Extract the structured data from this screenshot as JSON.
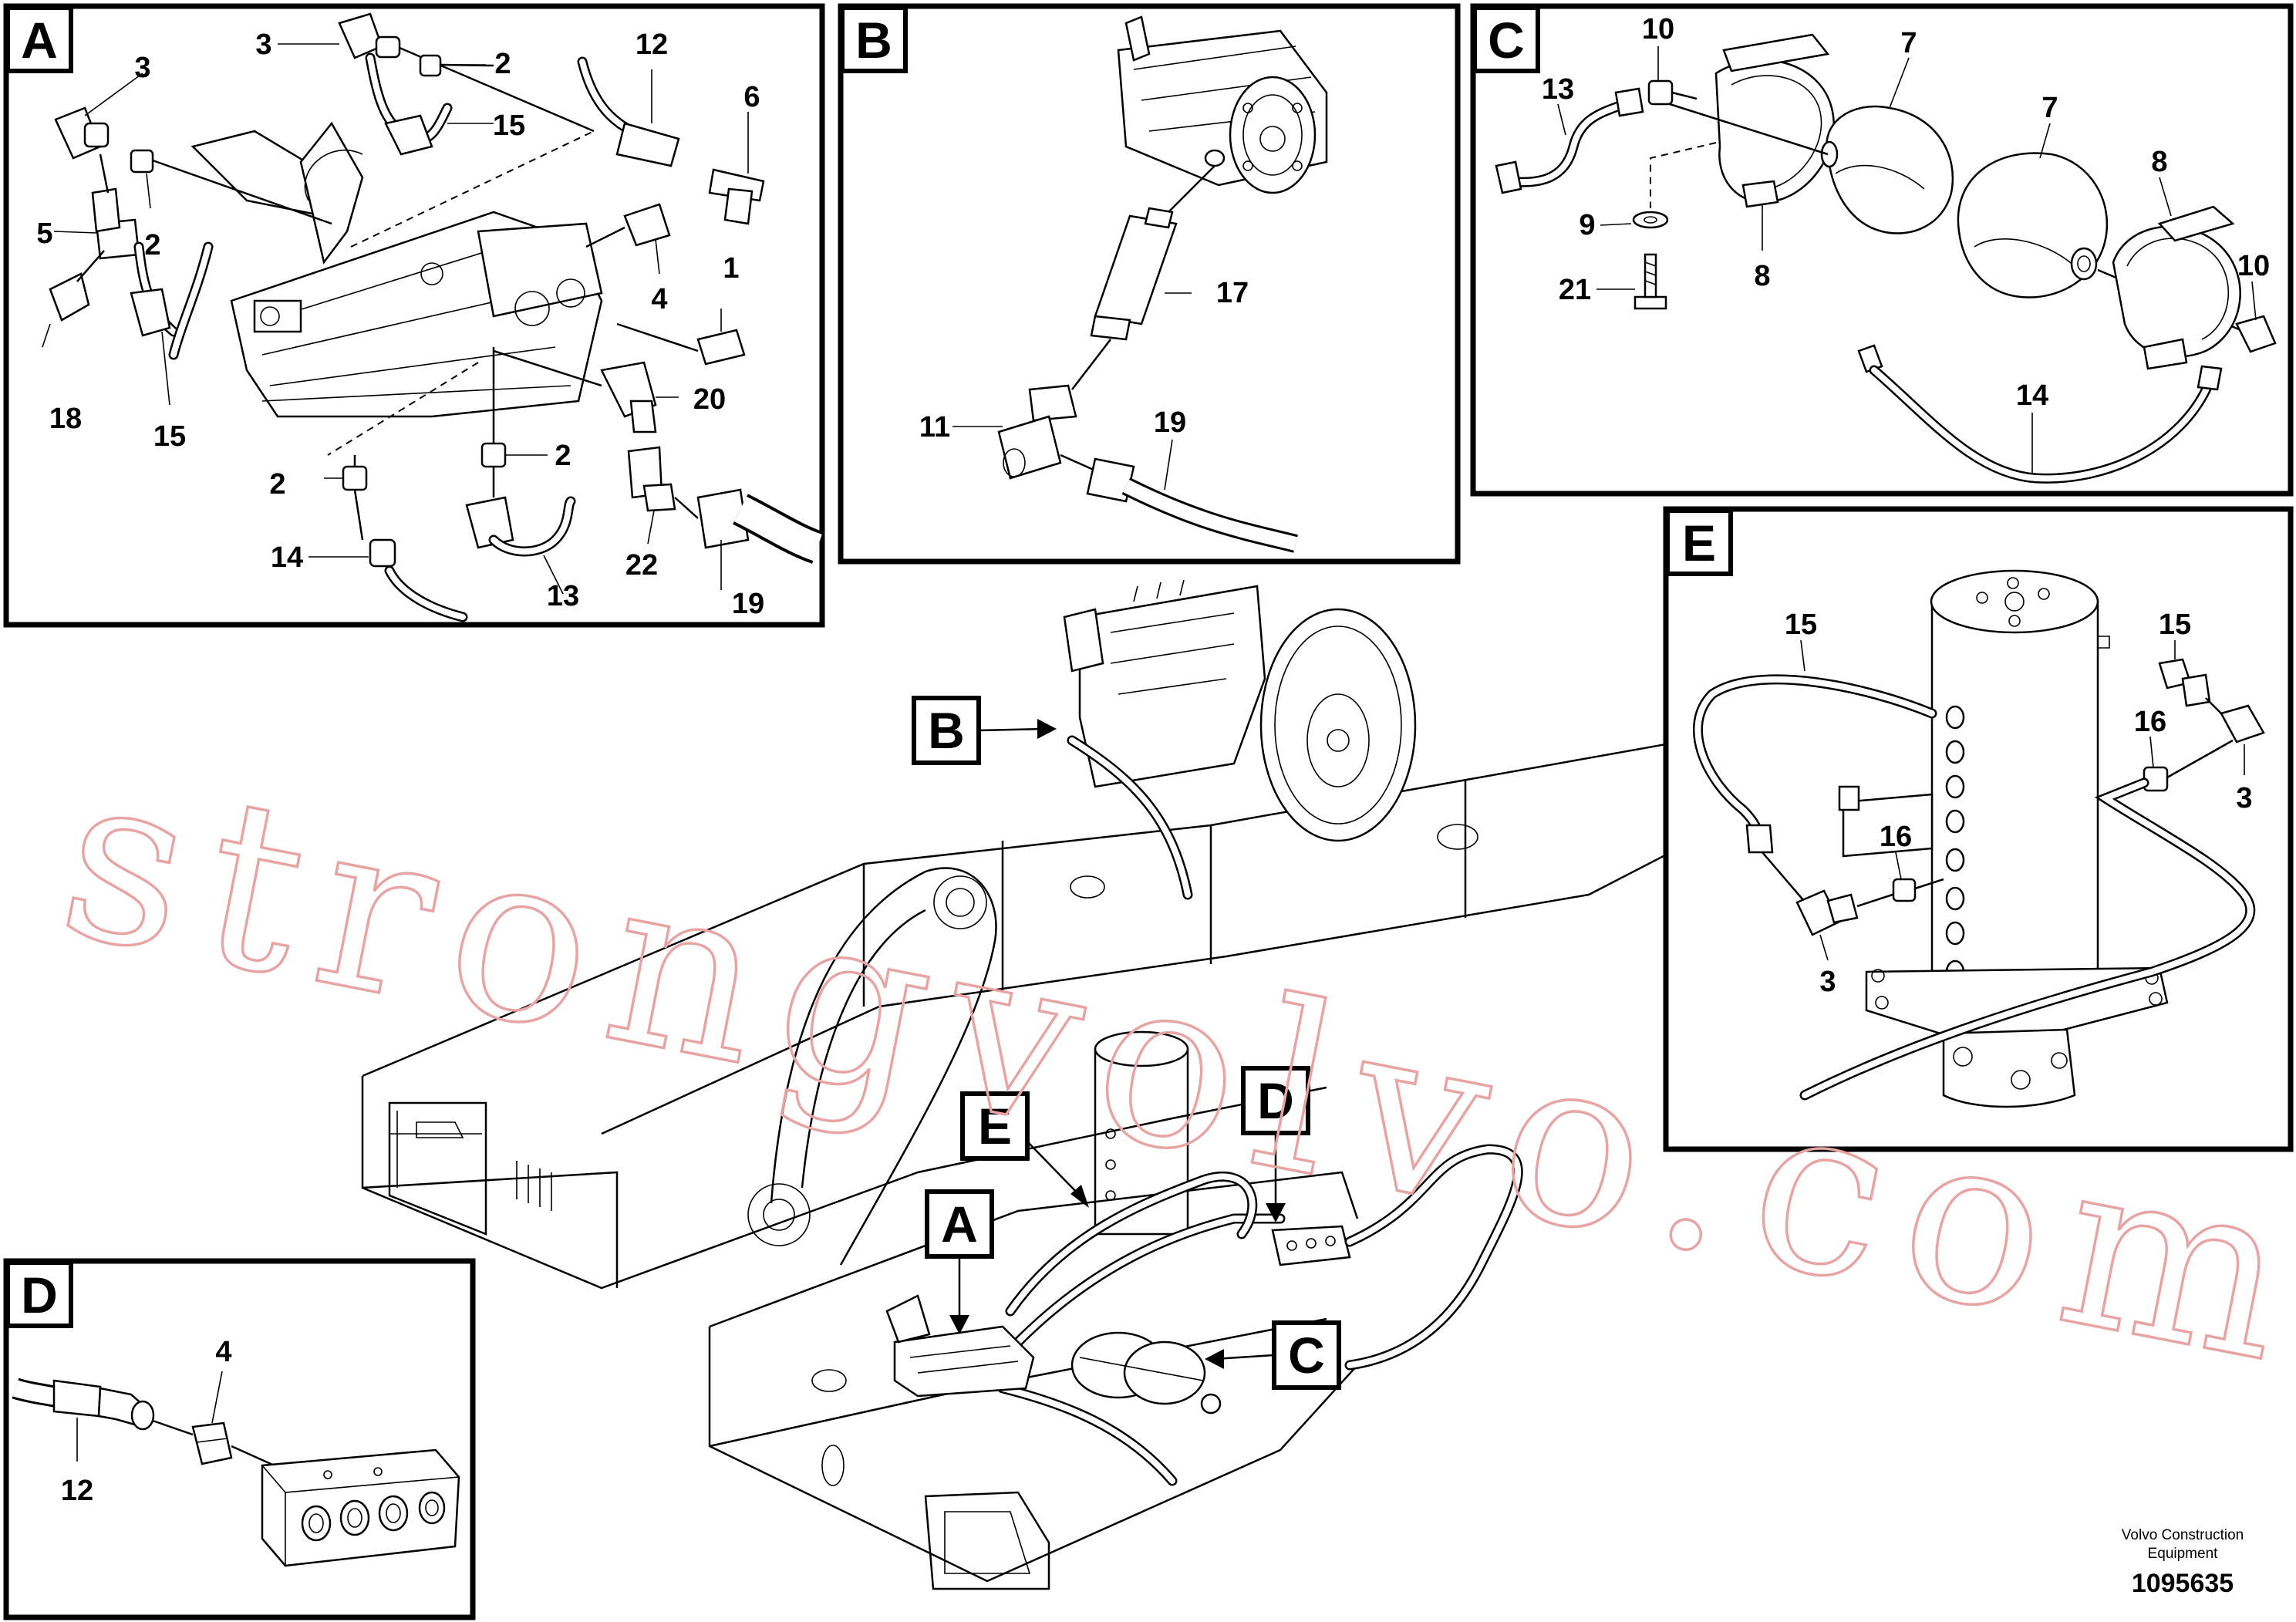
{
  "watermark": "strongvolvo.com",
  "credit": {
    "line1": "Volvo Construction",
    "line2": "Equipment",
    "doc_number": "1095635"
  },
  "panels": {
    "A": {
      "letter": "A",
      "labels": {
        "l3a": "3",
        "l2a": "2",
        "l12": "12",
        "l6": "6",
        "l3b": "3",
        "l15a": "15",
        "l5": "5",
        "l2b": "2",
        "l18": "18",
        "l15b": "15",
        "l4": "4",
        "l1": "1",
        "l20": "20",
        "l2c": "2",
        "l2d": "2",
        "l14": "14",
        "l13": "13",
        "l22": "22",
        "l19": "19"
      }
    },
    "B": {
      "letter": "B",
      "labels": {
        "l17": "17",
        "l11": "11",
        "l19": "19"
      }
    },
    "C": {
      "letter": "C",
      "labels": {
        "l10a": "10",
        "l13": "13",
        "l7a": "7",
        "l7b": "7",
        "l8a": "8",
        "l9": "9",
        "l8b": "8",
        "l10b": "10",
        "l21": "21",
        "l14": "14"
      }
    },
    "D": {
      "letter": "D",
      "labels": {
        "l4": "4",
        "l12": "12"
      }
    },
    "E": {
      "letter": "E",
      "labels": {
        "l15a": "15",
        "l15b": "15",
        "l16a": "16",
        "l3a": "3",
        "l16b": "16",
        "l3b": "3"
      }
    }
  },
  "callouts": {
    "B": "B",
    "E": "E",
    "D": "D",
    "A": "A",
    "C": "C"
  }
}
